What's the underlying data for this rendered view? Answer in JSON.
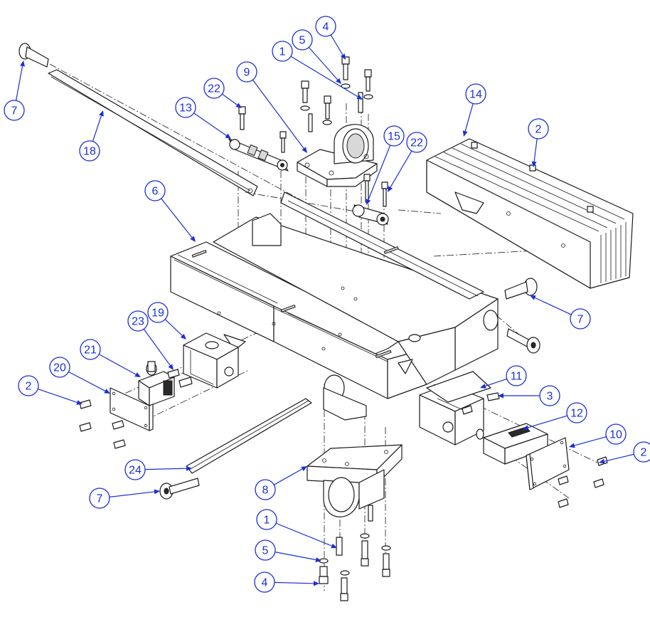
{
  "drawing": {
    "balloon_color": "#1a2fd6",
    "balloons": [
      {
        "label": "7"
      },
      {
        "label": "18"
      },
      {
        "label": "13"
      },
      {
        "label": "22"
      },
      {
        "label": "9"
      },
      {
        "label": "1"
      },
      {
        "label": "5"
      },
      {
        "label": "4"
      },
      {
        "label": "14"
      },
      {
        "label": "2"
      },
      {
        "label": "15"
      },
      {
        "label": "22"
      },
      {
        "label": "6"
      },
      {
        "label": "7"
      },
      {
        "label": "19"
      },
      {
        "label": "23"
      },
      {
        "label": "21"
      },
      {
        "label": "20"
      },
      {
        "label": "2"
      },
      {
        "label": "11"
      },
      {
        "label": "3"
      },
      {
        "label": "12"
      },
      {
        "label": "10"
      },
      {
        "label": "2"
      },
      {
        "label": "24"
      },
      {
        "label": "8"
      },
      {
        "label": "7"
      },
      {
        "label": "1"
      },
      {
        "label": "5"
      },
      {
        "label": "4"
      }
    ]
  }
}
